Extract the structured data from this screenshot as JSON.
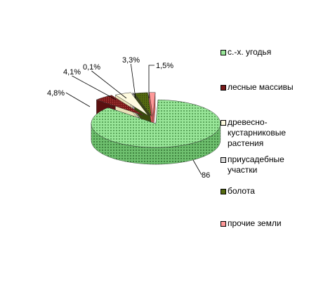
{
  "chart_data": {
    "type": "pie",
    "title": "",
    "categories": [
      "с.-х. угодья",
      "лесные массивы",
      "древесно-кустарниковые растения",
      "приусадебные участки",
      "болота",
      "прочие земли"
    ],
    "values": [
      86.2,
      4.8,
      4.1,
      0.1,
      3.3,
      1.5
    ],
    "data_labels": [
      "86",
      "4,8%",
      "4,1%",
      "0,1%",
      "3,3%",
      "1,5%"
    ],
    "colors": [
      "#99e699",
      "#7a1a1a",
      "#fffbe0",
      "#d8d8d8",
      "#556b10",
      "#ff9999"
    ],
    "legend_position": "right",
    "three_d": true,
    "exploded": true
  },
  "legend": {
    "items": [
      {
        "label": "с.-х. угодья",
        "color": "#99e699"
      },
      {
        "label": "лесные массивы",
        "color": "#7a1a1a"
      },
      {
        "label": "древесно-кустарниковые растения",
        "label_lines": [
          "древесно-",
          "кустарниковые",
          "растения"
        ],
        "color": "#fffbe0"
      },
      {
        "label": "приусадебные участки",
        "label_lines": [
          "приусадебные",
          "участки"
        ],
        "color": "#d8d8d8"
      },
      {
        "label": "болота",
        "color": "#556b10"
      },
      {
        "label": "прочие земли",
        "color": "#ff9999"
      }
    ]
  }
}
